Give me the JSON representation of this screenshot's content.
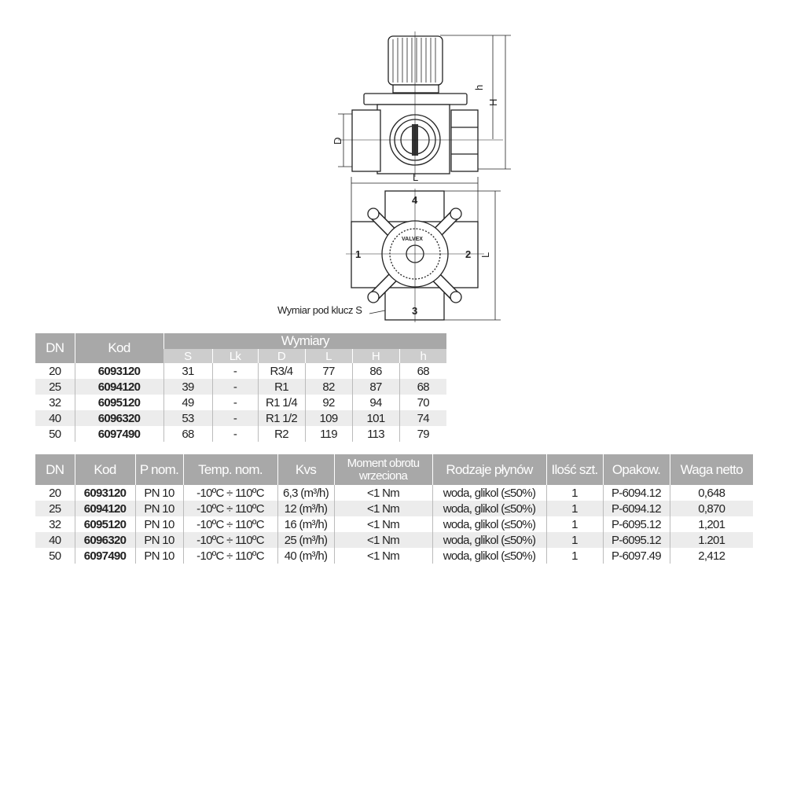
{
  "drawing": {
    "dim_labels": {
      "h": "h",
      "H": "H",
      "D": "D",
      "L_top": "L",
      "L_side": "L"
    },
    "port_labels": [
      "1",
      "2",
      "3",
      "4"
    ],
    "brand_mark": "VALVEX",
    "callout": "Wymiar pod klucz S"
  },
  "table1": {
    "headers": {
      "dn": "DN",
      "kod": "Kod",
      "group": "Wymiary"
    },
    "subheaders": [
      "S",
      "Lk",
      "D",
      "L",
      "H",
      "h"
    ],
    "rows": [
      [
        "20",
        "6093120",
        "31",
        "-",
        "R3/4",
        "77",
        "86",
        "68"
      ],
      [
        "25",
        "6094120",
        "39",
        "-",
        "R1",
        "82",
        "87",
        "68"
      ],
      [
        "32",
        "6095120",
        "49",
        "-",
        "R1 1/4",
        "92",
        "94",
        "70"
      ],
      [
        "40",
        "6096320",
        "53",
        "-",
        "R1 1/2",
        "109",
        "101",
        "74"
      ],
      [
        "50",
        "6097490",
        "68",
        "-",
        "R2",
        "119",
        "113",
        "79"
      ]
    ]
  },
  "table2": {
    "headers": [
      "DN",
      "Kod",
      "P nom.",
      "Temp. nom.",
      "Kvs",
      "Moment obrotu wrzeciona",
      "Rodzaje płynów",
      "Ilość szt.",
      "Opakow.",
      "Waga netto"
    ],
    "rows": [
      [
        "20",
        "6093120",
        "PN 10",
        "-10ºC ÷ 110ºC",
        "6,3 (m³/h)",
        "<1 Nm",
        "woda, glikol (≤50%)",
        "1",
        "P-6094.12",
        "0,648"
      ],
      [
        "25",
        "6094120",
        "PN 10",
        "-10ºC ÷ 110ºC",
        "12 (m³/h)",
        "<1 Nm",
        "woda, glikol (≤50%)",
        "1",
        "P-6094.12",
        "0,870"
      ],
      [
        "32",
        "6095120",
        "PN 10",
        "-10ºC ÷ 110ºC",
        "16 (m³/h)",
        "<1 Nm",
        "woda, glikol (≤50%)",
        "1",
        "P-6095.12",
        "1,201"
      ],
      [
        "40",
        "6096320",
        "PN 10",
        "-10ºC ÷ 110ºC",
        "25 (m³/h)",
        "<1 Nm",
        "woda, glikol (≤50%)",
        "1",
        "P-6095.12",
        "1.201"
      ],
      [
        "50",
        "6097490",
        "PN 10",
        "-10ºC ÷ 110ºC",
        "40 (m³/h)",
        "<1 Nm",
        "woda, glikol (≤50%)",
        "1",
        "P-6097.49",
        "2,412"
      ]
    ]
  }
}
